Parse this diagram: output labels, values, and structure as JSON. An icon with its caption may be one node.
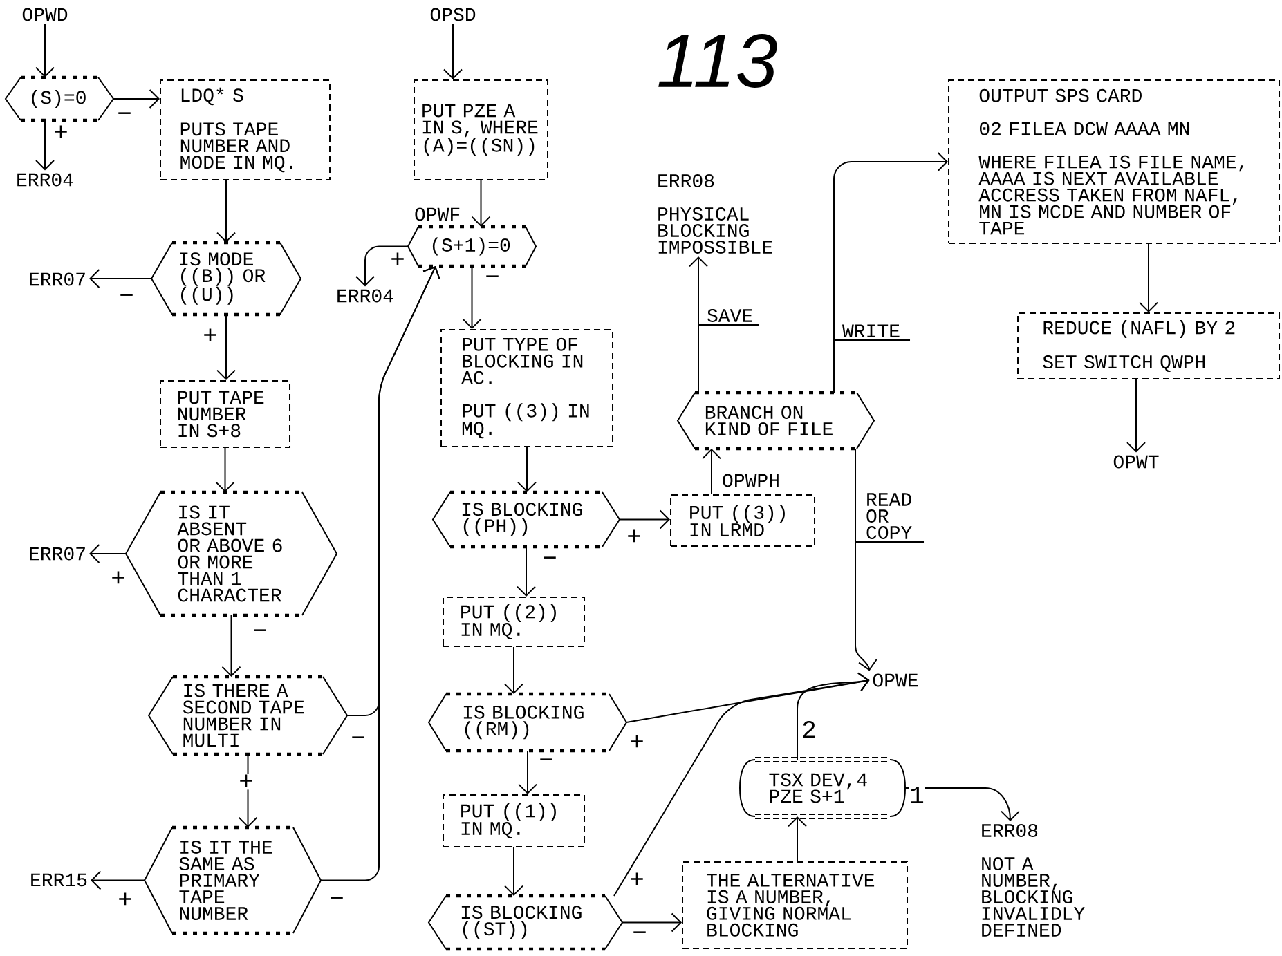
{
  "diagram": {
    "nodes": [
      {
        "text": [
          "OPWD"
        ]
      },
      {
        "text": [
          "(S)=0"
        ]
      },
      {
        "text": [
          "ERR04"
        ]
      },
      {
        "text": [
          "LDQ* S",
          "PUTS TAPE NUMBER AND MODE IN MQ."
        ]
      },
      {
        "text": [
          "IS MODE ((B)) OR ((U))"
        ]
      },
      {
        "text": [
          "ERR07"
        ]
      },
      {
        "text": [
          "PUT TAPE NUMBER IN S+8"
        ]
      },
      {
        "text": [
          "IS IT ABSENT OR ABOVE 6 OR MORE THAN 1 CHARACTER"
        ]
      },
      {
        "text": [
          "ERR07"
        ]
      },
      {
        "text": [
          "IS THERE A SECOND TAPE NUMBER IN MULTI"
        ]
      },
      {
        "text": [
          "IS IT THE SAME AS PRIMARY TAPE NUMBER"
        ]
      },
      {
        "text": [
          "ERR15"
        ]
      },
      {
        "text": [
          "OPSD"
        ]
      },
      {
        "text": [
          "PUT PZE A IN S, WHERE (A)=((SN))"
        ]
      },
      {
        "text": [
          "(S+1)=0"
        ],
        "beside": [
          "OPWF"
        ]
      },
      {
        "text": [
          "ERR04"
        ]
      },
      {
        "text": [
          "PUT TYPE OF BLOCKING IN AC.",
          "PUT ((3)) IN MQ."
        ]
      },
      {
        "text": [
          "IS BLOCKING ((PH))"
        ]
      },
      {
        "text": [
          "PUT ((3)) IN LRMD"
        ]
      },
      {
        "text": [
          "PUT ((2)) IN MQ."
        ]
      },
      {
        "text": [
          "IS BLOCKING ((RM))"
        ]
      },
      {
        "text": [
          "PUT ((1)) IN MQ."
        ]
      },
      {
        "text": [
          "IS BLOCKING ((ST))"
        ]
      },
      {
        "text": [
          "THE ALTERNATIVE IS A NUMBER, GIVING NORMAL BLOCKING"
        ]
      },
      {
        "text": [
          "TSX DEV,4 PZE S+1"
        ]
      },
      {
        "text": [
          "ERR08",
          "NOT A NUMBER, BLOCKING INVALIDLY DEFINED"
        ]
      },
      {
        "text": [
          "OPWE"
        ]
      },
      {
        "text": [
          "BRANCH ON KIND OF FILE"
        ]
      },
      {
        "text": [
          "ERR08",
          "PHYSICAL BLOCKING IMPOSSIBLE"
        ]
      },
      {
        "text": [
          "OUTPUT SPS CARD",
          "02 FILEA DCW AAAA MN",
          "WHERE FILEA IS FILE NAME, AAAA IS NEXT AVAILABLE ACCRESS TAKEN FROM NAFL, MN IS MCDE AND NUMBER OF TAPE"
        ]
      },
      {
        "text": [
          "REDUCE (NAFL) BY 2",
          "SET SWITCH QWPH"
        ]
      },
      {
        "text": [
          "OPWT"
        ]
      }
    ],
    "edges": [
      {
        "from": 0,
        "to": 1,
        "arrow": "to"
      },
      {
        "from": 1,
        "to": 3,
        "arrow": "to",
        "label": "−"
      },
      {
        "from": 1,
        "to": 2,
        "arrow": "to",
        "label": "+"
      },
      {
        "from": 3,
        "to": 4,
        "arrow": "to"
      },
      {
        "from": 4,
        "to": 5,
        "arrow": "to",
        "label": "−"
      },
      {
        "from": 4,
        "to": 6,
        "arrow": "to",
        "label": "+"
      },
      {
        "from": 6,
        "to": 7,
        "arrow": "to"
      },
      {
        "from": 7,
        "to": 8,
        "arrow": "to",
        "label": "+"
      },
      {
        "from": 7,
        "to": 9,
        "arrow": "to",
        "label": "−"
      },
      {
        "from": 9,
        "to": 10,
        "arrow": "to",
        "label": "+"
      },
      {
        "from": 9,
        "to": 14,
        "arrow": "to",
        "label": "−"
      },
      {
        "from": 10,
        "to": 14,
        "arrow": "to",
        "label": "−"
      },
      {
        "from": 10,
        "to": 11,
        "arrow": "to",
        "label": "+"
      },
      {
        "from": 12,
        "to": 13,
        "arrow": "to"
      },
      {
        "from": 13,
        "to": 14,
        "arrow": "to"
      },
      {
        "from": 14,
        "to": 15,
        "arrow": "to",
        "label": "+"
      },
      {
        "from": 14,
        "to": 16,
        "arrow": "to",
        "label": "−"
      },
      {
        "from": 16,
        "to": 17,
        "arrow": "to"
      },
      {
        "from": 17,
        "to": 18,
        "arrow": "to",
        "label": "+"
      },
      {
        "from": 17,
        "to": 19,
        "arrow": "to",
        "label": "−"
      },
      {
        "from": 18,
        "to": 27,
        "arrow": "to"
      },
      {
        "from": 19,
        "to": 20,
        "arrow": "to"
      },
      {
        "from": 20,
        "to": 26,
        "arrow": "to",
        "label": "+"
      },
      {
        "from": 20,
        "to": 21,
        "arrow": "to",
        "label": "−"
      },
      {
        "from": 21,
        "to": 22,
        "arrow": "to"
      },
      {
        "from": 22,
        "to": 26,
        "arrow": "to",
        "label": "+"
      },
      {
        "from": 22,
        "to": 23,
        "arrow": "to",
        "label": "−"
      },
      {
        "from": 23,
        "to": 24,
        "arrow": "to"
      },
      {
        "from": 24,
        "to": 26,
        "arrow": "to",
        "label": "2"
      },
      {
        "from": 24,
        "to": 25,
        "arrow": "to",
        "label": "1"
      },
      {
        "from": 27,
        "to": 28,
        "arrow": "to",
        "label": "SAVE"
      },
      {
        "from": 27,
        "to": 29,
        "arrow": "to",
        "label": "WRITE"
      },
      {
        "from": 27,
        "to": 26,
        "arrow": "to",
        "label": "READ OR COPY"
      },
      {
        "from": 29,
        "to": 30,
        "arrow": "to"
      },
      {
        "from": 30,
        "to": 31,
        "arrow": "to"
      }
    ],
    "labels": [
      "113",
      "OPWPH"
    ]
  }
}
